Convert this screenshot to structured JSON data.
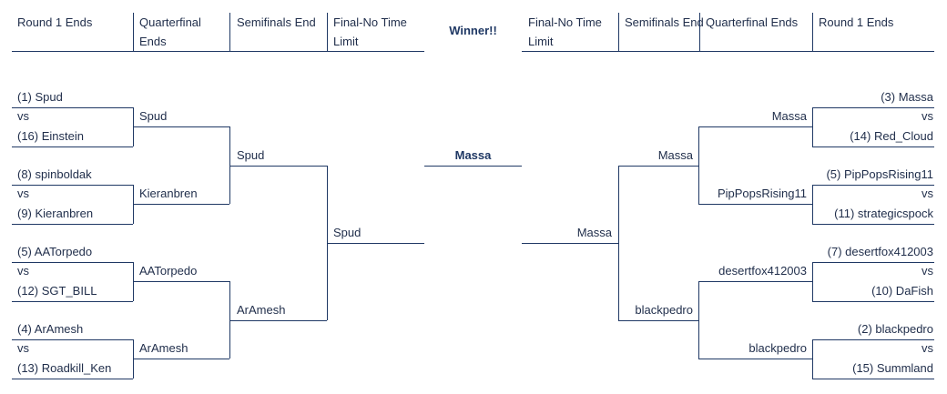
{
  "headers": {
    "left": [
      "Round 1 Ends",
      "Quarterfinal Ends",
      "Semifinals End",
      "Final-No Time Limit"
    ],
    "center": "Winner!!",
    "right": [
      "Final-No Time Limit",
      "Semifinals End",
      "Quarterfinal Ends",
      "Round 1 Ends"
    ]
  },
  "vs_label": "vs",
  "left": {
    "round1": [
      {
        "top": "(1) Spud",
        "bottom": "(16) Einstein"
      },
      {
        "top": "(8) spinboldak",
        "bottom": "(9) Kieranbren"
      },
      {
        "top": "(5) AATorpedo",
        "bottom": "(12) SGT_BILL"
      },
      {
        "top": "(4) ArAmesh",
        "bottom": "(13) Roadkill_Ken"
      }
    ],
    "quarterfinal": [
      "Spud",
      "Kieranbren",
      "AATorpedo",
      "ArAmesh"
    ],
    "semifinal": [
      "Spud",
      "ArAmesh"
    ],
    "final": "Spud"
  },
  "right": {
    "round1": [
      {
        "top": "(3) Massa",
        "bottom": "(14) Red_Cloud"
      },
      {
        "top": "(5) PipPopsRising11",
        "bottom": "(11) strategicspock"
      },
      {
        "top": "(7) desertfox412003",
        "bottom": "(10) DaFish"
      },
      {
        "top": "(2) blackpedro",
        "bottom": "(15) Summland"
      }
    ],
    "quarterfinal": [
      "Massa",
      "PipPopsRising11",
      "desertfox412003",
      "blackpedro"
    ],
    "semifinal": [
      "Massa",
      "blackpedro"
    ],
    "final": "Massa"
  },
  "champion": "Massa"
}
